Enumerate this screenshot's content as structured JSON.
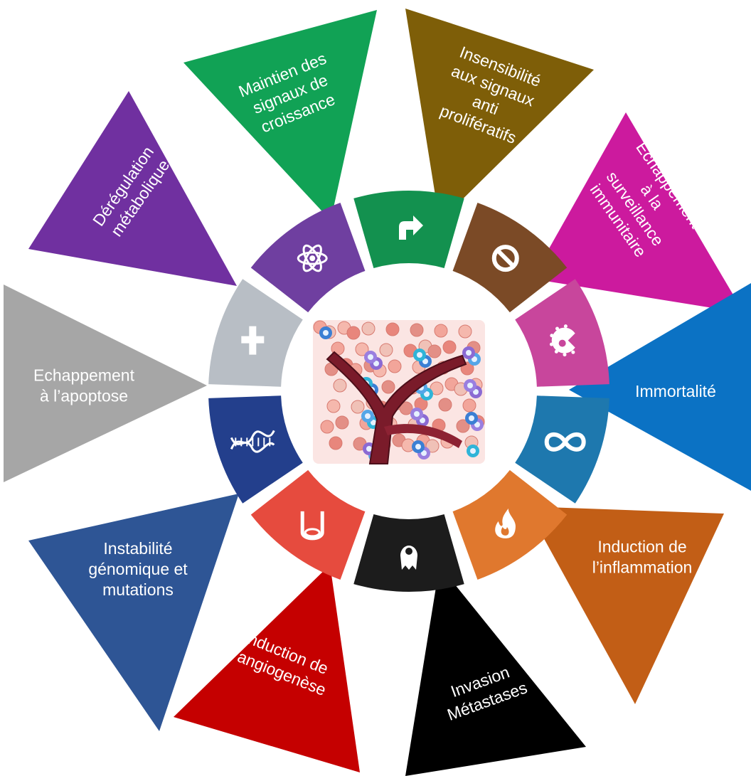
{
  "hallmarks": [
    {
      "id": "growth",
      "color": "#11A255",
      "lines": [
        "Maintien des",
        "signaux de",
        "croissance"
      ],
      "icon": "arrow-icon"
    },
    {
      "id": "antiprolif",
      "color": "#7E5E08",
      "lines": [
        "Insensibilité",
        "aux signaux",
        "anti",
        "prolifératifs"
      ],
      "icon": "prohibition-icon"
    },
    {
      "id": "immune",
      "color": "#CC1A9E",
      "lines": [
        "Échappement",
        "à la",
        "surveillance",
        "immunitaire"
      ],
      "icon": "immune-cell-icon"
    },
    {
      "id": "immortal",
      "color": "#0B72C4",
      "lines": [
        "Immortalité"
      ],
      "icon": "infinity-icon"
    },
    {
      "id": "inflammation",
      "color": "#C25E16",
      "lines": [
        "Induction de",
        "l’inflammation"
      ],
      "icon": "fire-icon"
    },
    {
      "id": "invasion",
      "color": "#000000",
      "lines": [
        "Invasion",
        "Métastases"
      ],
      "icon": "ghost-cell-icon"
    },
    {
      "id": "angiogenesis",
      "color": "#C50000",
      "lines": [
        "Induction de",
        "l’angiogenèse"
      ],
      "icon": "vessel-icon"
    },
    {
      "id": "genome",
      "color": "#2E5595",
      "lines": [
        "Instabilité",
        "génomique et",
        "mutations"
      ],
      "icon": "dna-icon"
    },
    {
      "id": "apoptosis",
      "color": "#A6A6A6",
      "lines": [
        "Echappement",
        "à l’apoptose"
      ],
      "icon": "cross-icon"
    },
    {
      "id": "metabolism",
      "color": "#7030A0",
      "lines": [
        "Dérégulation",
        "métabolique"
      ],
      "icon": "atom-icon"
    }
  ],
  "ring_colors": [
    "#13914F",
    "#7B4A26",
    "#C8469C",
    "#1E78AE",
    "#E0782E",
    "#1C1C1C",
    "#E64B3E",
    "#233F8C",
    "#B8BEC5",
    "#6F3FA0"
  ],
  "center_image": "tumor-microenvironment-illustration"
}
